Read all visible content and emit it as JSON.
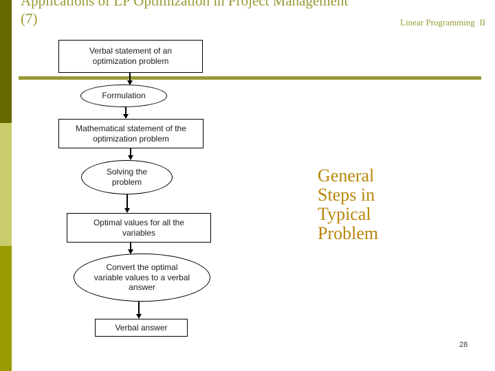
{
  "header": {
    "title_line1": "Applications of LP Optimization in Project Management",
    "title_line2": "(7)",
    "course_label": "Linear Programming  II"
  },
  "flowchart": {
    "nodes": [
      {
        "shape": "rectangle",
        "label": "Verbal statement of an optimization problem"
      },
      {
        "shape": "ellipse",
        "label": "Formulation"
      },
      {
        "shape": "rectangle",
        "label": "Mathematical statement of the optimization problem"
      },
      {
        "shape": "ellipse",
        "label": "Solving the problem"
      },
      {
        "shape": "rectangle",
        "label": "Optimal values for all the variables"
      },
      {
        "shape": "ellipse",
        "label": "Convert the optimal variable values to a verbal answer"
      },
      {
        "shape": "rectangle",
        "label": "Verbal answer"
      }
    ]
  },
  "annotation": {
    "text": "General Steps in Typical Problem"
  },
  "footer": {
    "page_number": "28"
  },
  "colors": {
    "title_text": "#999933",
    "annotation_text": "#b8860b",
    "divider_line": "#999933",
    "sidebar_dark": "#676700",
    "sidebar_light": "#c9cc6b",
    "sidebar_mid": "#9a9a00",
    "node_border": "#000000",
    "node_fill": "#ffffff"
  }
}
